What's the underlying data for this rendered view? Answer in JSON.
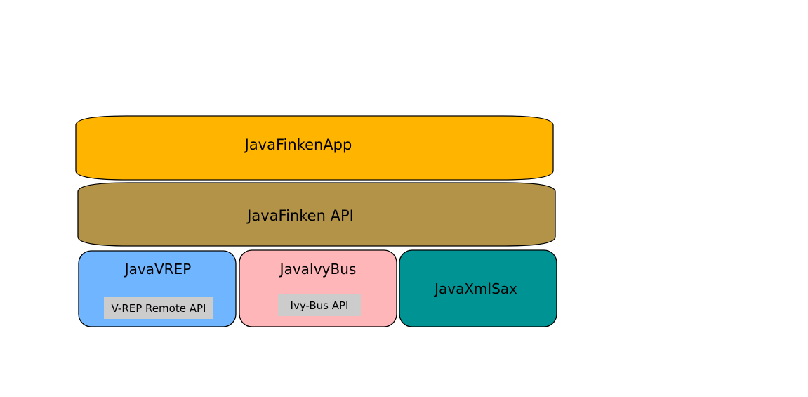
{
  "layers": {
    "app": {
      "label": "JavaFinkenApp",
      "color": "#ffb400"
    },
    "api": {
      "label": "JavaFinken API",
      "color": "#b39348"
    }
  },
  "modules": {
    "vrep": {
      "label": "JavaVREP",
      "color": "#70b5ff",
      "sub_label": "V-REP Remote API",
      "sub_color": "#cccccc"
    },
    "ivybus": {
      "label": "JavaIvyBus",
      "color": "#ffb6b8",
      "sub_label": "Ivy-Bus API",
      "sub_color": "#cccccc"
    },
    "xmlsax": {
      "label": "JavaXmlSax",
      "color": "#009393"
    }
  },
  "outline_color": "#000000"
}
